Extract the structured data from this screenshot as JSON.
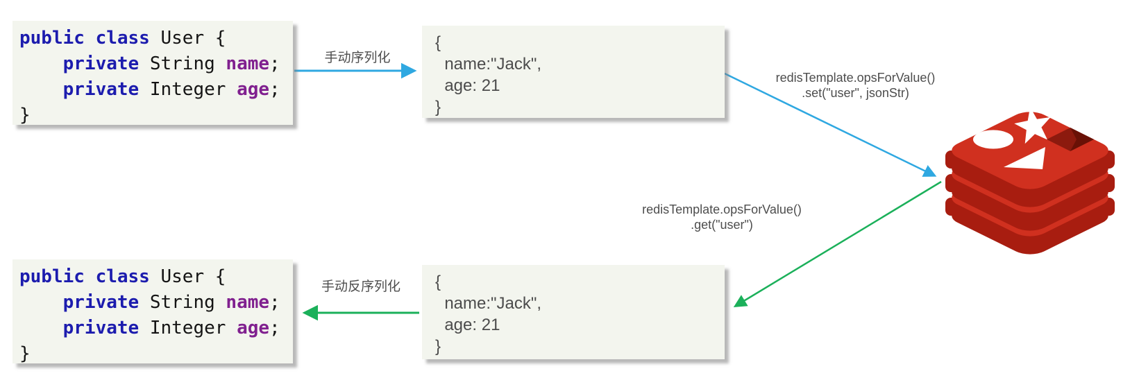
{
  "code_box": {
    "line1": {
      "keyword": "public class",
      "rest": " User {"
    },
    "line2": {
      "keyword": "    private",
      "type": " String ",
      "field": "name",
      "punct": ";"
    },
    "line3": {
      "keyword": "    private",
      "type": " Integer ",
      "field": "age",
      "punct": ";"
    },
    "line4": {
      "punct": "}"
    }
  },
  "json_box": {
    "line1": "{",
    "line2": "  name:\"Jack\",",
    "line3": "  age: 21",
    "line4": "}"
  },
  "labels": {
    "serialize": "手动序列化",
    "deserialize": "手动反序列化",
    "set_line1": "redisTemplate.opsForValue()",
    "set_line2": ".set(\"user\", jsonStr)",
    "get_line1": "redisTemplate.opsForValue()",
    "get_line2": ".get(\"user\")"
  },
  "icons": {
    "redis_logo": "redis-database-logo"
  },
  "colors": {
    "arrow_serialize_blue": "#2fa8e1",
    "arrow_deserialize_green": "#1bb05a",
    "box_background": "#f3f5ee",
    "code_keyword": "#1c1cae",
    "code_field": "#80208f",
    "code_plain": "#141414",
    "json_text": "#4c4c4c",
    "label_text": "#4d4d4d",
    "redis_red_top": "#d0301f",
    "redis_red_side": "#a81d10",
    "redis_hole": "#8c1a0e",
    "redis_hole_dark": "#691106"
  }
}
